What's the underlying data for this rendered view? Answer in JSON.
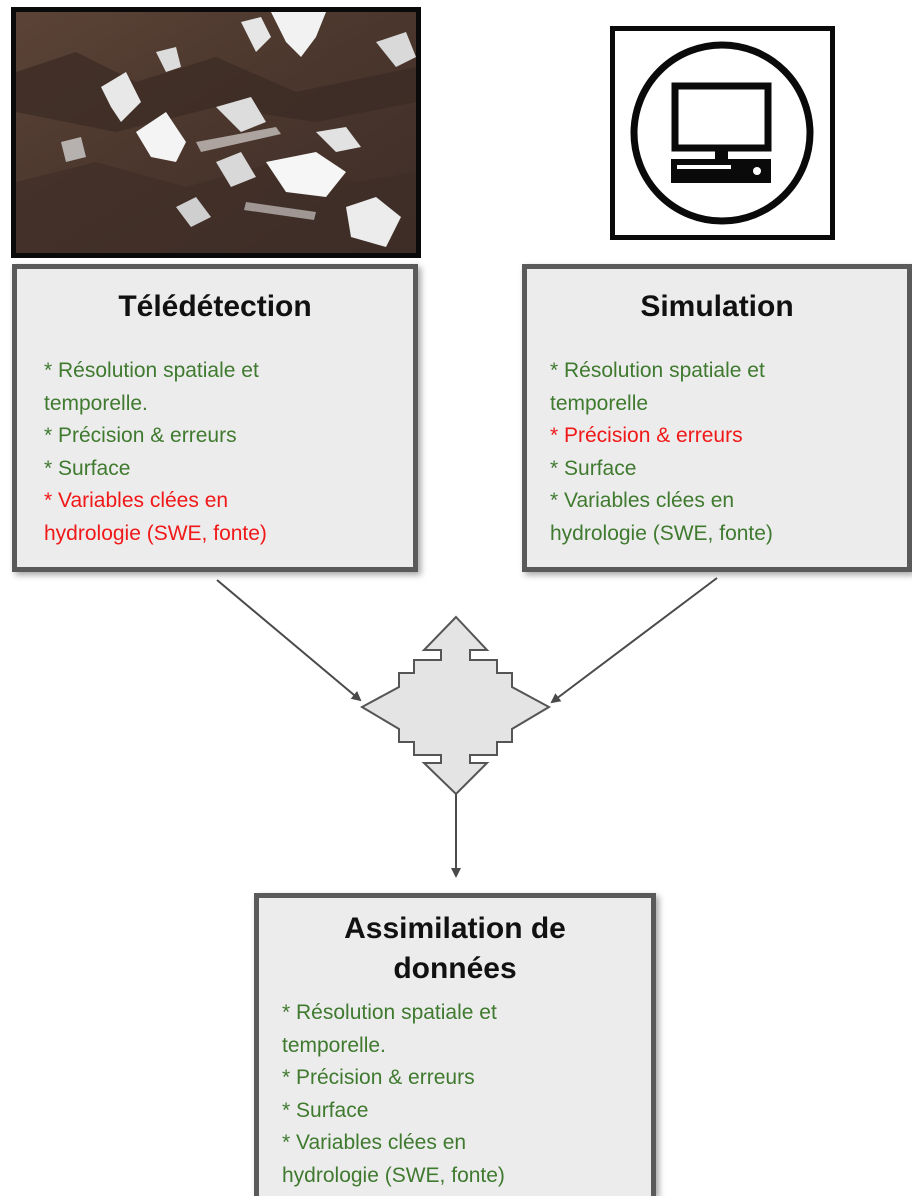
{
  "teledetection": {
    "title": "Télédétection",
    "lines": [
      {
        "text": "* Résolution spatiale et",
        "color": "#3f7a2f"
      },
      {
        "text": "temporelle.",
        "color": "#3f7a2f"
      },
      {
        "text": "* Précision & erreurs",
        "color": "#3f7a2f"
      },
      {
        "text": "* Surface",
        "color": "#3f7a2f"
      },
      {
        "text": "* Variables clées en",
        "color": "#f01818"
      },
      {
        "text": "hydrologie (SWE, fonte)",
        "color": "#f01818"
      }
    ],
    "image_icon": "satellite-mountain-snow-photo"
  },
  "simulation": {
    "title": "Simulation",
    "lines": [
      {
        "text": "* Résolution spatiale et",
        "color": "#3f7a2f"
      },
      {
        "text": "temporelle",
        "color": "#3f7a2f"
      },
      {
        "text": "* Précision & erreurs",
        "color": "#f01818"
      },
      {
        "text": "* Surface",
        "color": "#3f7a2f"
      },
      {
        "text": "* Variables clées en",
        "color": "#3f7a2f"
      },
      {
        "text": "hydrologie (SWE, fonte)",
        "color": "#3f7a2f"
      }
    ],
    "image_icon": "computer-icon"
  },
  "assimilation": {
    "title_line1": "Assimilation de",
    "title_line2": "données",
    "lines": [
      {
        "text": "* Résolution spatiale et",
        "color": "#3f7a2f"
      },
      {
        "text": "temporelle.",
        "color": "#3f7a2f"
      },
      {
        "text": "* Précision & erreurs",
        "color": "#3f7a2f"
      },
      {
        "text": "* Surface",
        "color": "#3f7a2f"
      },
      {
        "text": "* Variables clées en",
        "color": "#3f7a2f"
      },
      {
        "text": "hydrologie (SWE, fonte)",
        "color": "#3f7a2f"
      }
    ]
  },
  "center_symbol": "four-way-arrow-icon",
  "colors": {
    "green_text": "#3f7a2f",
    "red_text": "#f01818",
    "box_fill": "#ececec",
    "box_border": "#5a5a5a",
    "arrow_fill": "#e4e4e4"
  }
}
